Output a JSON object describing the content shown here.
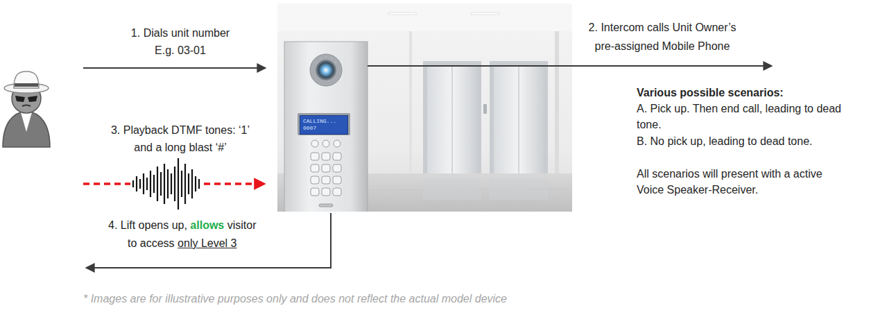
{
  "diagram": {
    "nodes": [
      {
        "text": [
          "CALLING... 0007"
        ]
      }
    ],
    "labels": [
      "1. Dials unit number",
      "E.g. 03-01",
      "2. Intercom calls Unit Owner’s",
      "pre-assigned Mobile Phone",
      "Various possible scenarios:",
      "A. Pick up. Then end call, leading to dead tone.",
      "B. No pick up, leading to dead tone.",
      "All scenarios will present with a active Voice Speaker-Receiver.",
      "3. Playback DTMF tones: ‘1’",
      "and a long blast ‘#’",
      "4. Lift opens up,",
      "allows",
      "visitor",
      "to access",
      "only Level 3",
      "* Images are for illustrative purposes only and does not reflect the actual model device"
    ]
  }
}
